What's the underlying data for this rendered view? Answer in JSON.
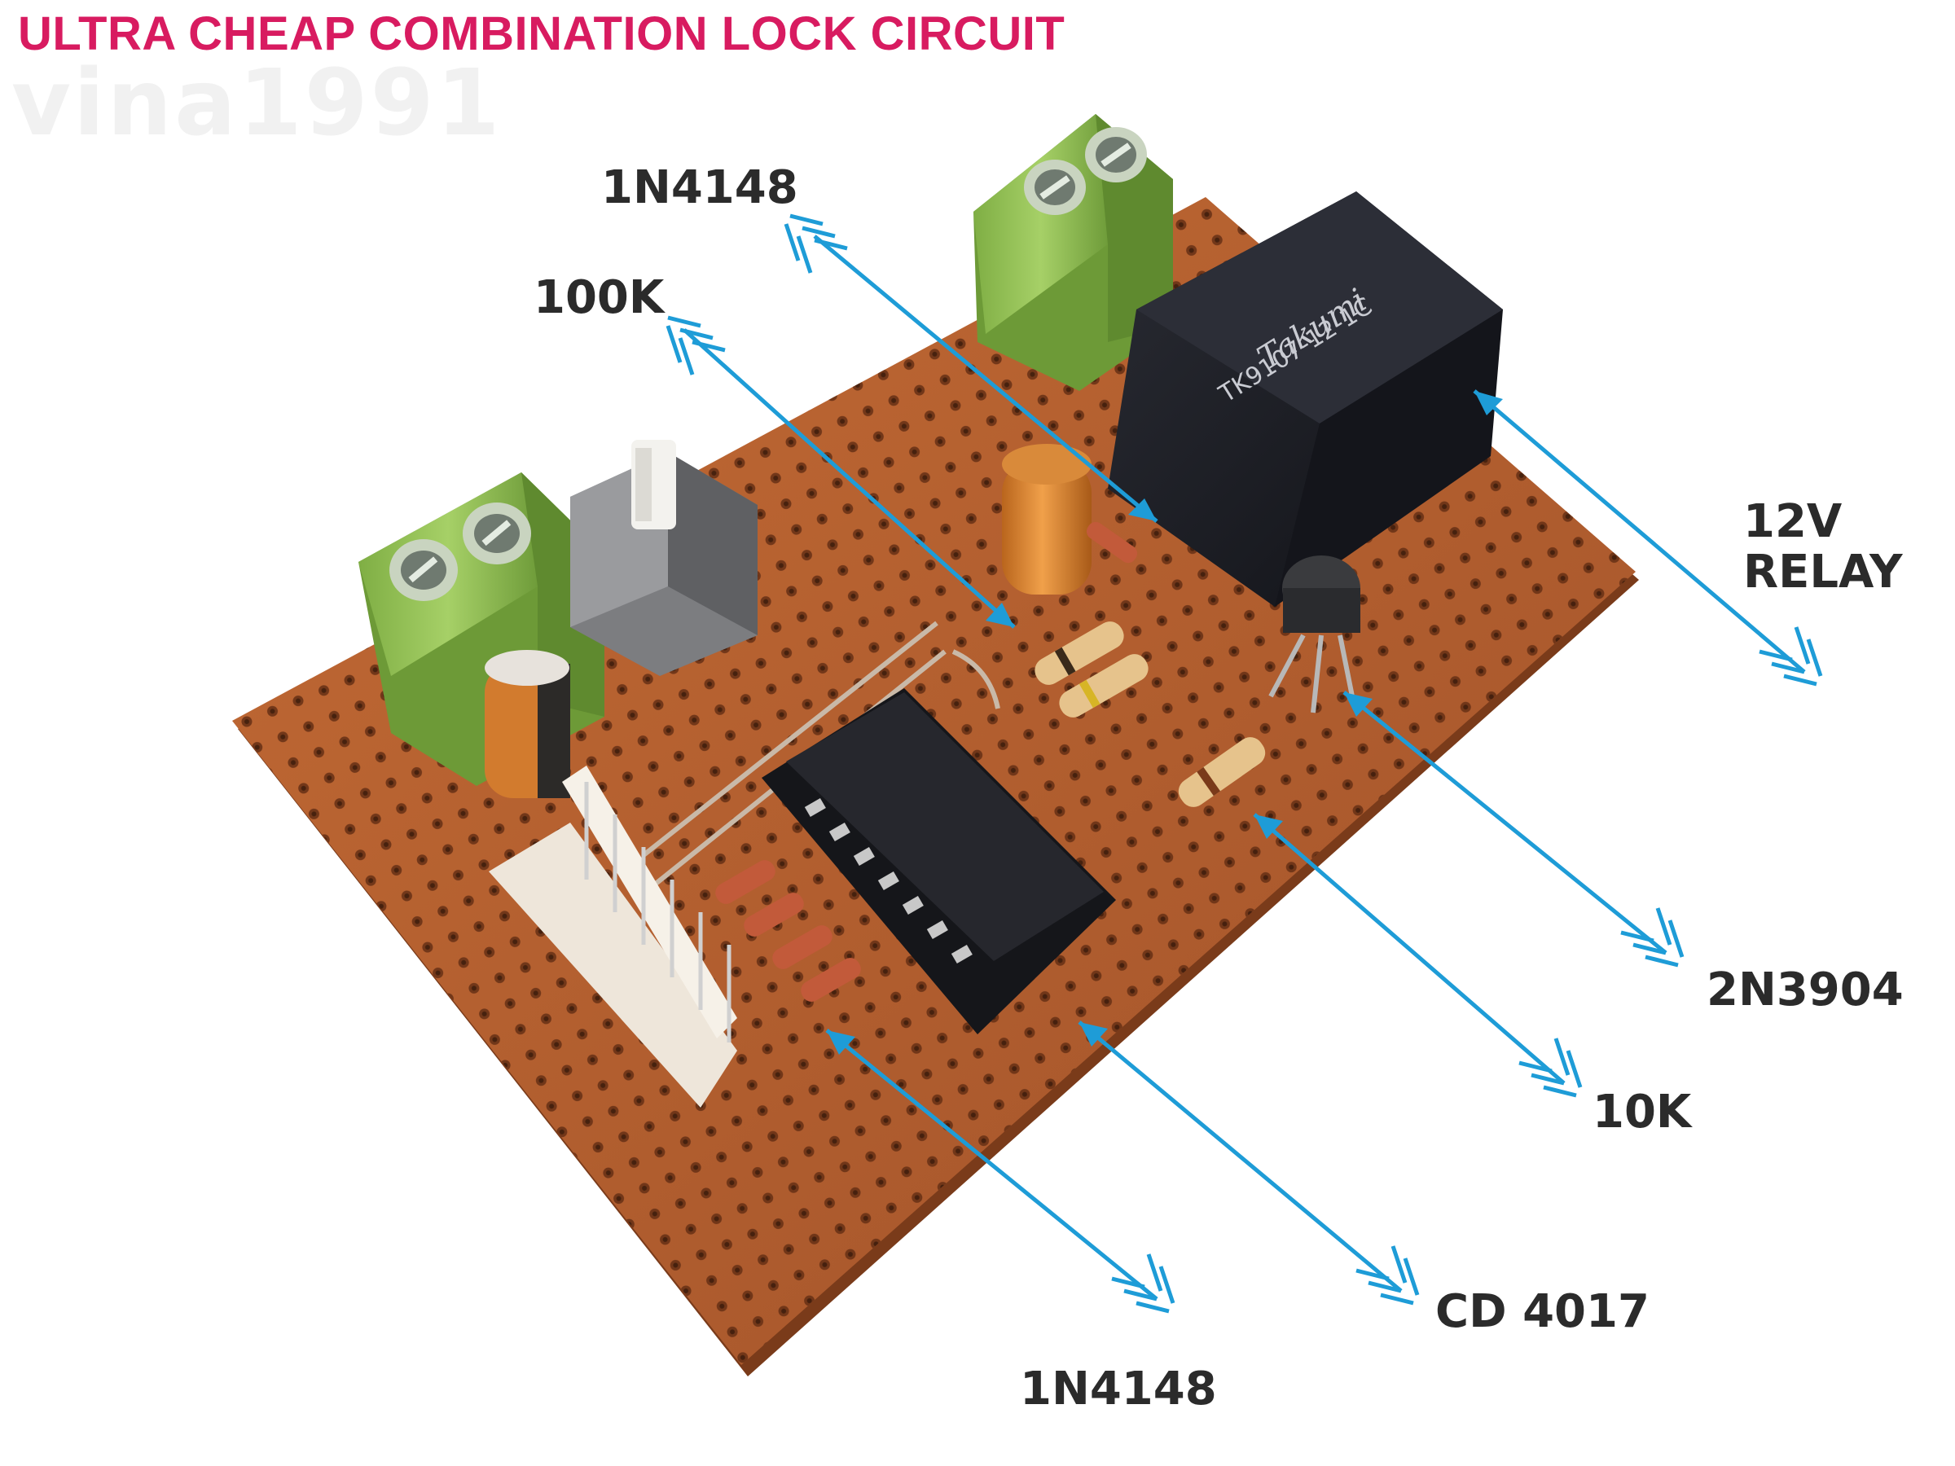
{
  "title": "ULTRA CHEAP COMBINATION LOCK CIRCUIT",
  "watermark": "vina1991",
  "colors": {
    "title": "#d81b60",
    "arrow": "#1e9cd7",
    "board": "#b7612f",
    "terminal": "#8fbf4e",
    "relay": "#1b1d24",
    "text": "#2b2b2b"
  },
  "labels": {
    "diode_top": "1N4148",
    "resistor_100k": "100K",
    "relay_line1": "12V",
    "relay_line2": "RELAY",
    "transistor": "2N3904",
    "resistor_10k": "10K",
    "ic": "CD 4017",
    "diode_bottom": "1N4148"
  },
  "relay_marking": {
    "brand": "Takumi",
    "model": "TK9107-12-1C"
  },
  "icons": [
    "arrow-icon",
    "relay-component",
    "ic-chip",
    "screw-terminal",
    "push-button",
    "capacitor",
    "resistor",
    "diode",
    "transistor",
    "pin-header"
  ]
}
